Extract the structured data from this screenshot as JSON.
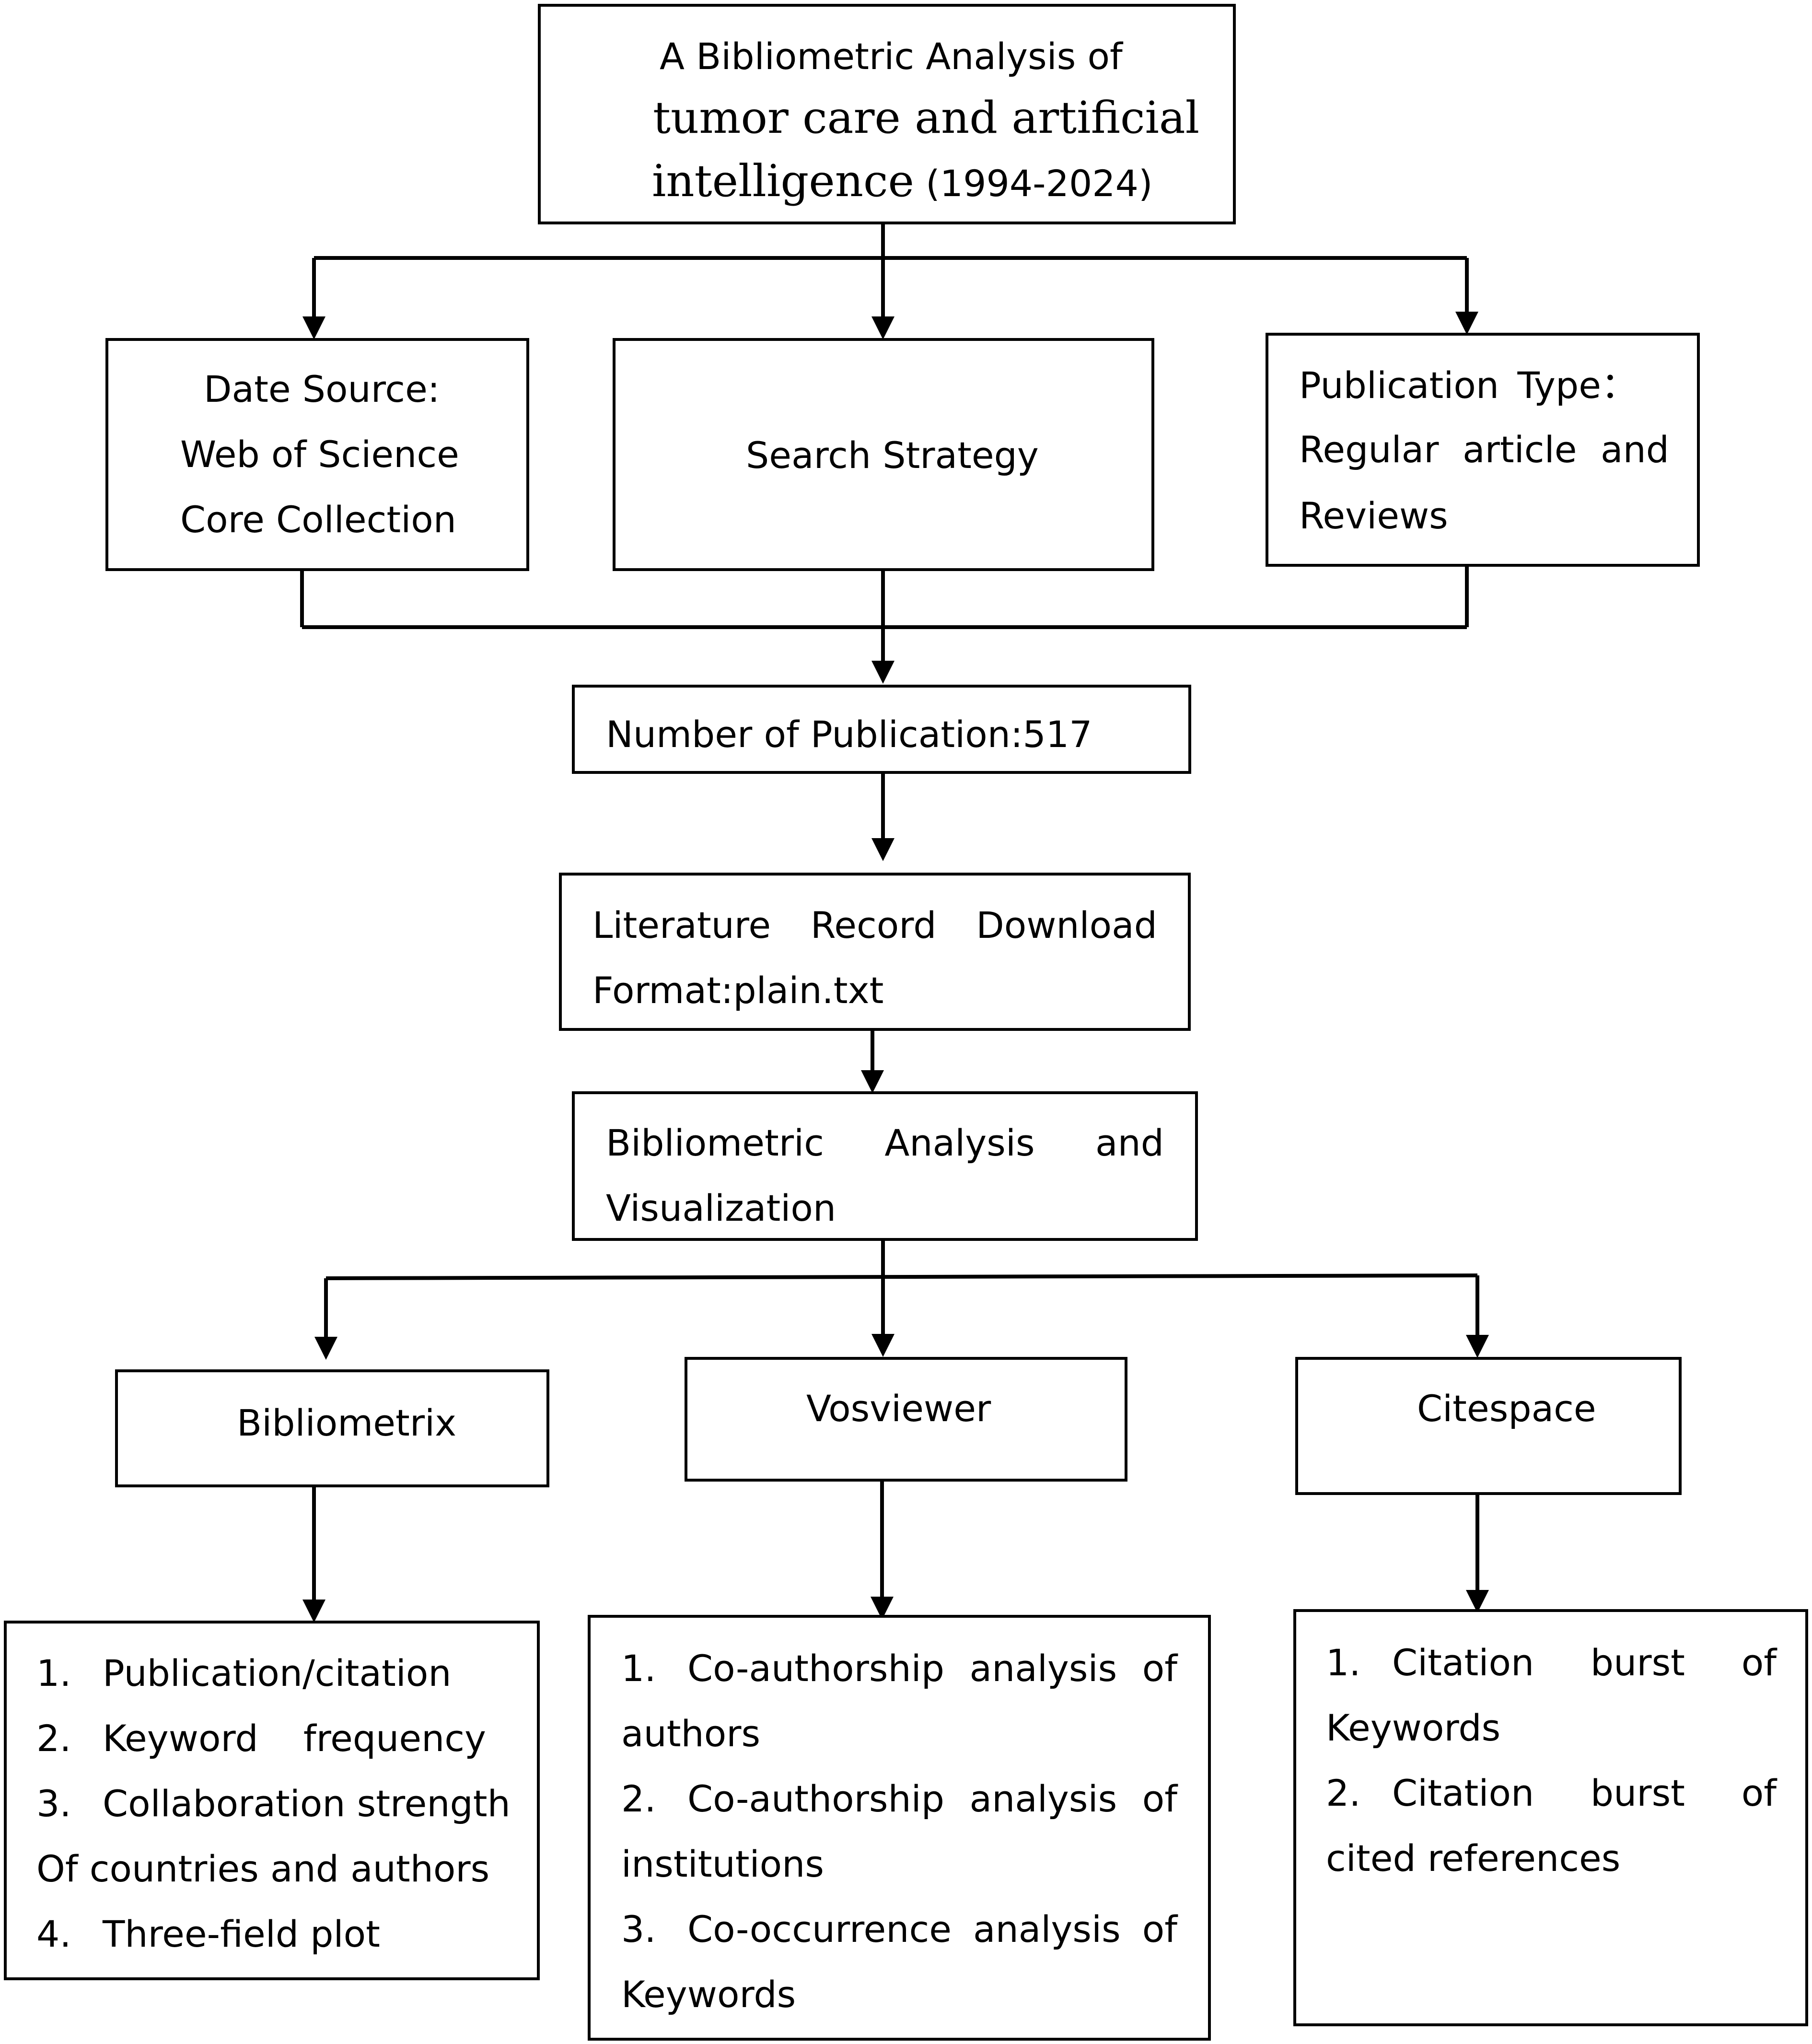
{
  "title": {
    "line1": "A Bibliometric Analysis of",
    "line2": "tumor care and artificial",
    "line3": "intelligence",
    "line3_suffix": "(1994-2024)"
  },
  "source": {
    "line1": "Date Source:",
    "line2": "Web of Science",
    "line3": "Core Collection"
  },
  "strategy": {
    "label": "Search Strategy"
  },
  "pubtype": {
    "w1": "Publication",
    "w2": "Type",
    "colon": "：",
    "w3": "Regular",
    "w4": "article",
    "w5": "and",
    "w6": "Reviews"
  },
  "count": {
    "label": "Number of Publication:517"
  },
  "download": {
    "w1": "Literature",
    "w2": "Record",
    "w3": "Download",
    "line2": "Format:plain.txt"
  },
  "analysis": {
    "w1": "Bibliometric",
    "w2": "Analysis",
    "w3": "and",
    "line2": "Visualization"
  },
  "tools": {
    "bibliometrix": "Bibliometrix",
    "vosviewer": "Vosviewer",
    "citespace": "Citespace"
  },
  "bibliometrix_items": {
    "n1": "1.",
    "t1": "Publication/citation",
    "n2": "2.",
    "t2a": "Keyword",
    "t2b": "frequency",
    "n3": "3.",
    "t3": "Collaboration strength",
    "t3b": "Of countries and authors",
    "n4": "4.",
    "t4": "Three-field plot"
  },
  "vosviewer_items": {
    "n1": "1.",
    "w1a": "Co-authorship",
    "w1b": "analysis",
    "w1c": "of",
    "l1b": "authors",
    "n2": "2.",
    "w2a": "Co-authorship",
    "w2b": "analysis",
    "w2c": "of",
    "l2b": "institutions",
    "n3": "3.",
    "w3a": "Co-occurrence",
    "w3b": "analysis",
    "w3c": "of",
    "l3b": "Keywords"
  },
  "citespace_items": {
    "n1": "1.",
    "w1a": "Citation",
    "w1b": "burst",
    "w1c": "of",
    "l1b": "Keywords",
    "n2": "2.",
    "w2a": "Citation",
    "w2b": "burst",
    "w2c": "of",
    "l2b": "cited references"
  }
}
